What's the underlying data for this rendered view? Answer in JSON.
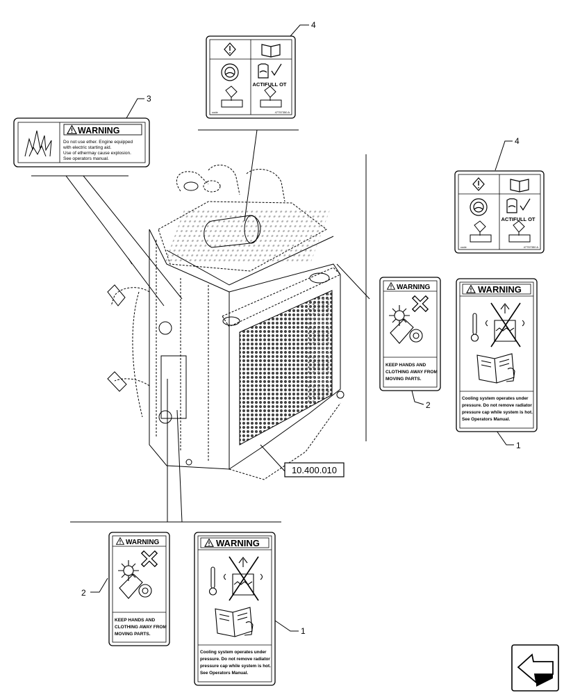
{
  "callouts": {
    "c1_left": "1",
    "c1_right": "1",
    "c2_left": "2",
    "c2_right": "2",
    "c3": "3",
    "c4_top": "4",
    "c4_right": "4"
  },
  "reference_box": "10.400.010",
  "warning_word": "WARNING",
  "decal_ether": {
    "lines": [
      "Do not use ether. Engine equipped",
      "with electric starting aid.",
      "Use of ethermay cause explosion.",
      "See operators manual."
    ]
  },
  "decal_fan": {
    "lines": [
      "KEEP HANDS AND",
      "CLOTHING AWAY FROM",
      "MOVING PARTS."
    ]
  },
  "decal_coolant": {
    "lines": [
      "Cooling system operates under",
      "pressure. Do not remove radiator",
      "pressure cap while system is hot.",
      "See Operators Manual."
    ]
  },
  "decal_actifull": {
    "product": "ACTIFULL OT",
    "code_label": "code",
    "part_number": "47757350 A"
  }
}
